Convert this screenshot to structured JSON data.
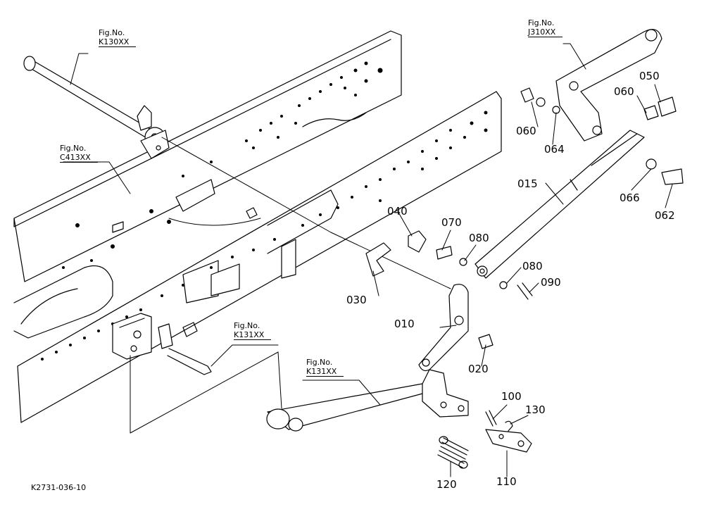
{
  "drawing_code": "K2731-036-10",
  "figure_refs": [
    {
      "id": "k130",
      "prefix": "Fig.No.",
      "number": "K130XX"
    },
    {
      "id": "c413",
      "prefix": "Fig.No.",
      "number": "C413XX"
    },
    {
      "id": "j310",
      "prefix": "Fig.No.",
      "number": "J310XX"
    },
    {
      "id": "k131a",
      "prefix": "Fig.No.",
      "number": "K131XX"
    },
    {
      "id": "k131b",
      "prefix": "Fig.No.",
      "number": "K131XX"
    }
  ],
  "part_numbers": {
    "p010": "010",
    "p015": "015",
    "p020": "020",
    "p030": "030",
    "p040": "040",
    "p050": "050",
    "p060a": "060",
    "p060b": "060",
    "p062": "062",
    "p064": "064",
    "p066": "066",
    "p070": "070",
    "p080a": "080",
    "p080b": "080",
    "p090": "090",
    "p100": "100",
    "p110": "110",
    "p120": "120",
    "p130": "130"
  }
}
